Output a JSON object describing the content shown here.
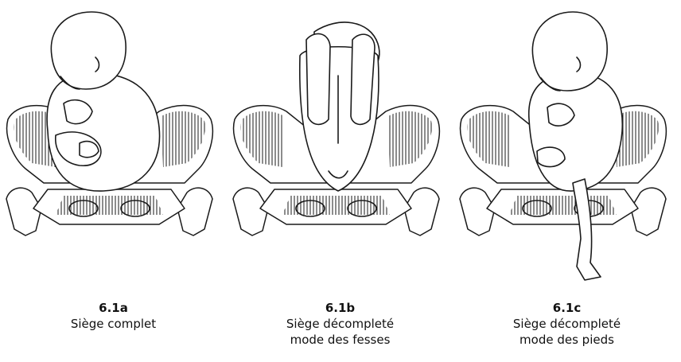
{
  "figures": [
    {
      "id": "6.1a",
      "line1": "Siège complet",
      "line2": ""
    },
    {
      "id": "6.1b",
      "line1": "Siège décompleté",
      "line2": "mode des fesses"
    },
    {
      "id": "6.1c",
      "line1": "Siège décompleté",
      "line2": "mode des pieds"
    }
  ]
}
